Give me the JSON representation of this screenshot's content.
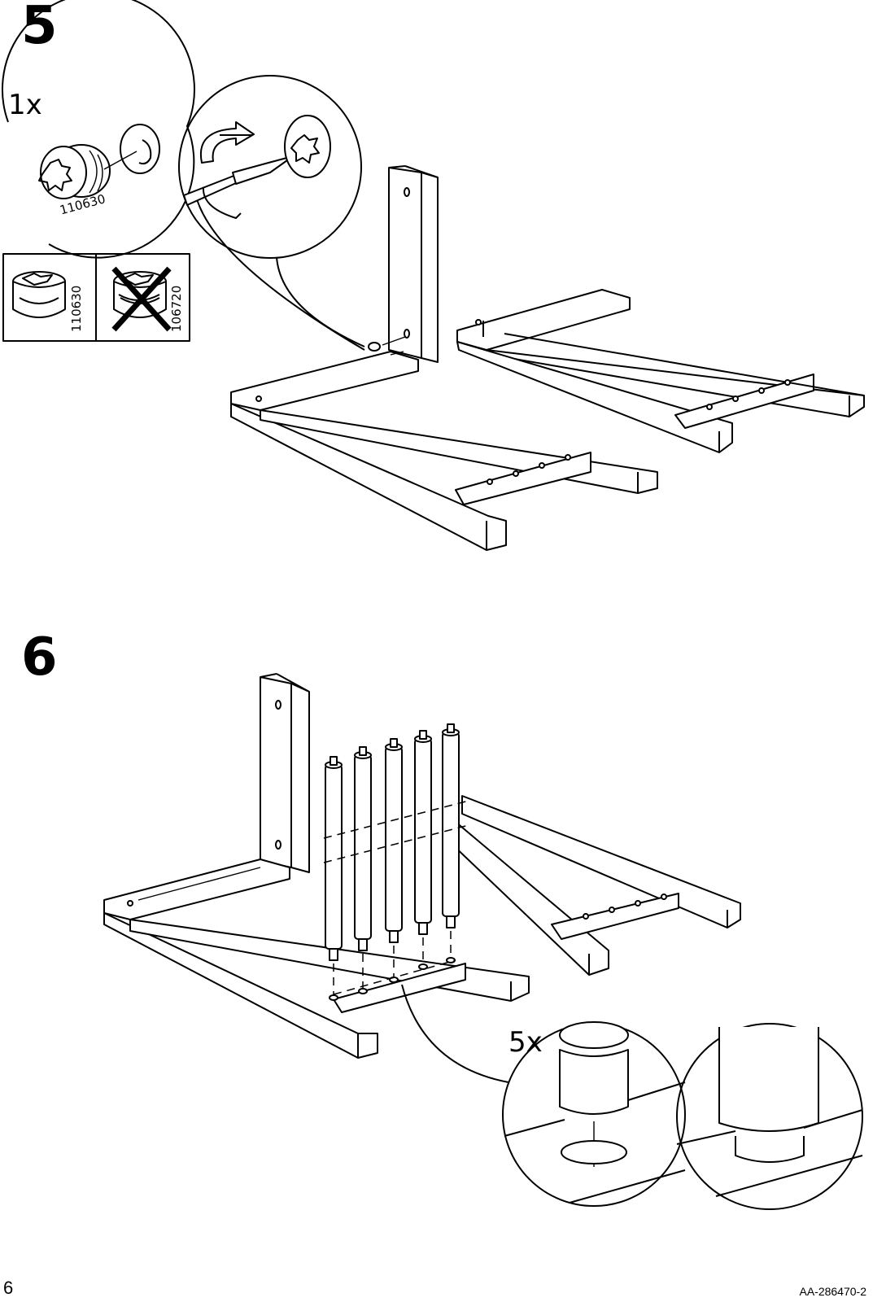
{
  "steps": [
    {
      "number": "5",
      "quantity": "1x",
      "cam_lock_part": "110630",
      "correct_part": "110630",
      "wrong_part": "106720",
      "icons": [
        "cam-lock-icon",
        "screwdriver-icon",
        "rotate-arrow-icon",
        "cross-out-icon"
      ]
    },
    {
      "number": "6",
      "quantity": "5x",
      "icons": [
        "dowel-icon",
        "dowel-insert-detail-icon"
      ]
    }
  ],
  "footer": {
    "page_number": "6",
    "document_code": "AA-286470-2"
  }
}
